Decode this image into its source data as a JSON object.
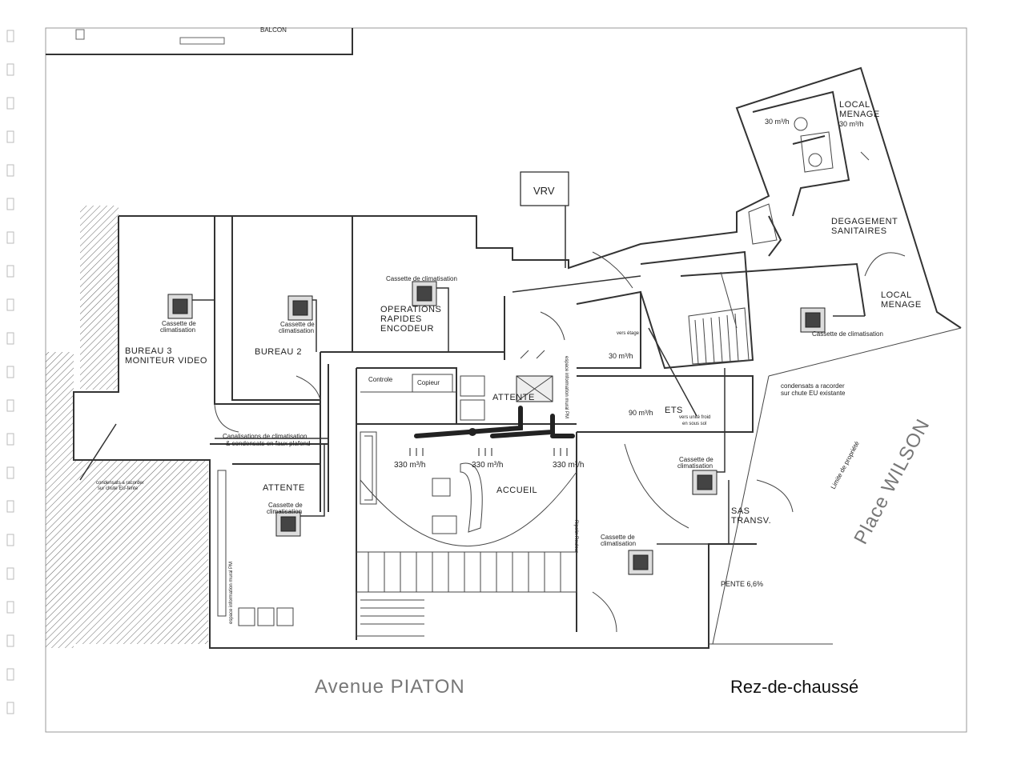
{
  "title": "Rez-de-chaussé",
  "street_bottom": "Avenue PIATON",
  "street_right": "Place WILSON",
  "limit_label": "Limite de propriété",
  "top_label": "BALCON",
  "vrv_label": "VRV",
  "rooms": {
    "bureau3": [
      "BUREAU 3",
      "MONITEUR VIDEO"
    ],
    "bureau2": "BUREAU 2",
    "operations": [
      "OPERATIONS",
      "RAPIDES",
      "ENCODEUR"
    ],
    "attente_left": "ATTENTE",
    "attente_center": "ATTENTE",
    "accueil": "ACCUEIL",
    "ets": "ETS",
    "sas": [
      "SAS",
      "TRANSV."
    ],
    "degagement": [
      "DEGAGEMENT",
      "SANITAIRES"
    ],
    "local_menage_top": [
      "LOCAL",
      "MENAGE"
    ],
    "local_menage_right": [
      "LOCAL",
      "MENAGE"
    ],
    "controle": "Controle",
    "copieur": "Copieur"
  },
  "cassette_labels": {
    "bureau3": [
      "Cassette de",
      "climatisation"
    ],
    "bureau2": [
      "Cassette de",
      "climatisation"
    ],
    "operations": "Cassette de climatisation",
    "attente_left": [
      "Cassette de",
      "climatisation"
    ],
    "ets_right": [
      "Cassette de",
      "climatisation"
    ],
    "lower_right": [
      "Cassette de",
      "climatisation"
    ],
    "sanitaires": "Cassette de climatisation"
  },
  "flows": {
    "diffuser_1": "330 m³/h",
    "diffuser_2": "330 m³/h",
    "diffuser_3": "330 m³/h",
    "vers_etage_flow": "30 m³/h",
    "ets_flow": "90 m³/h",
    "wc_flow": "30 m³/h",
    "local_flow": "30 m³/h"
  },
  "annotations": {
    "canalisations": [
      "Canalisations de climatisation",
      "& condensats en faux plafond"
    ],
    "condensats": [
      "condensats a racorder",
      "sur chute EU existante"
    ],
    "vers_etage": "vers étage",
    "vers_unite": [
      "vers unité froid",
      "en sous sol"
    ],
    "pente": "PENTE 6,6%",
    "espace_info_left": "espace information mural PM",
    "espace_info_center": "espace information mural PM",
    "condensats_small": [
      "condensats a racorder",
      "sur chute EU-fente"
    ],
    "ripolin": "Ripolin Rouleur"
  }
}
